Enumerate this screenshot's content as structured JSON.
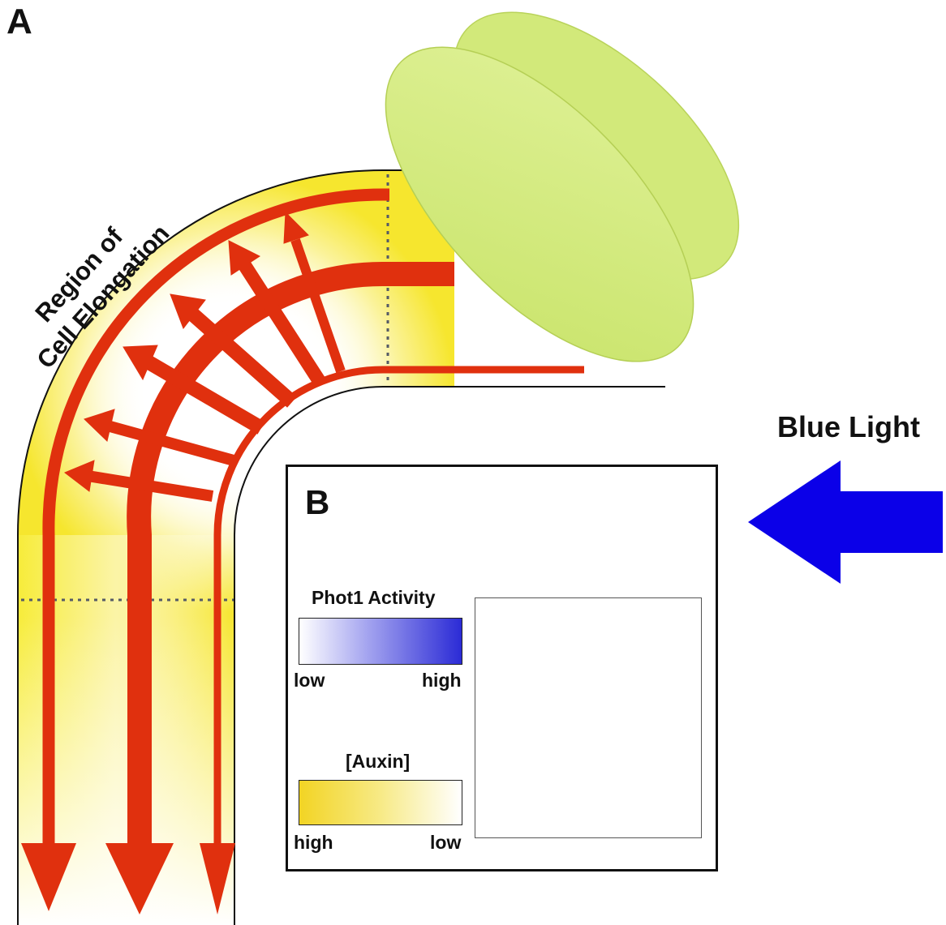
{
  "panels": {
    "a_label": "A",
    "b_label": "B"
  },
  "labels": {
    "region_line1": "Region of",
    "region_line2": "Cell Elongation",
    "blue_light": "Blue Light"
  },
  "legend": {
    "phot1_title": "Phot1 Activity",
    "phot1_low": "low",
    "phot1_high": "high",
    "auxin_title": "[Auxin]",
    "auxin_high": "high",
    "auxin_low": "low"
  },
  "colors": {
    "auxin_flow": "#e0300e",
    "cotyledon": "#d6ec84",
    "blue_light": "#0b00e8",
    "auxin_yellow": "#f4dc2a",
    "phot1_blue": "#2b2bd6"
  }
}
